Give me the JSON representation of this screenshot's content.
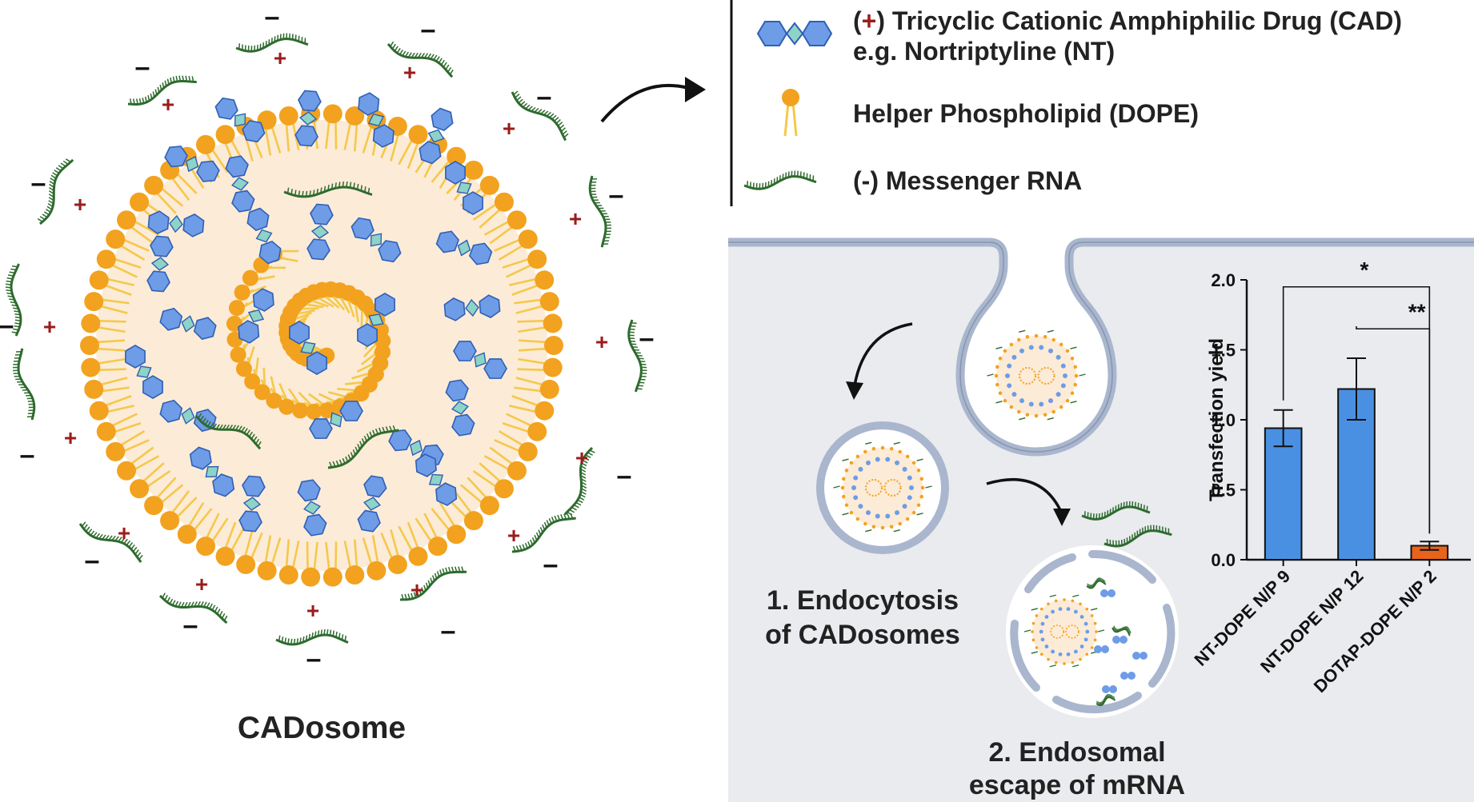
{
  "colors": {
    "lipid_head": "#F2A21E",
    "lipid_tail": "#F5C84A",
    "drug_fill": "#6E9CE6",
    "drug_stroke": "#2F5FB5",
    "drug_link": "#8ED3C7",
    "rna": "#2E6B2E",
    "plus": "#9B1C1C",
    "core": "#FCEBD7",
    "cell_bg": "#E9EBEE",
    "membrane": "#A9B6CE",
    "bar_blue": "#4A90E2",
    "bar_orange": "#E8631C"
  },
  "labels": {
    "cadosome": "CADosome",
    "plus_sign": "+",
    "minus_sign": "–"
  },
  "legend": {
    "cad_open": "(",
    "cad_plus": "+",
    "cad_rest": ") Tricyclic Cationic Amphiphilic Drug (CAD)",
    "cad_line2": "e.g. Nortriptyline (NT)",
    "dope": "Helper Phospholipid (DOPE)",
    "mrna": "(-) Messenger RNA"
  },
  "steps": {
    "step1_line1": "1. Endocytosis",
    "step1_line2": "of CADosomes",
    "step2_line1": "2. Endosomal",
    "step2_line2": "escape of mRNA"
  },
  "chart_data": {
    "type": "bar",
    "ylabel": "Transfection yield",
    "ylim": [
      0,
      2.0
    ],
    "yticks": [
      "0.0",
      "0.5",
      "1.0",
      "1.5",
      "2.0"
    ],
    "categories": [
      "NT-DOPE N/P 9",
      "NT-DOPE N/P 12",
      "DOTAP-DOPE N/P 2"
    ],
    "values": [
      0.94,
      1.22,
      0.1
    ],
    "errors": [
      0.13,
      0.22,
      0.03
    ],
    "bar_colors": [
      "#4A90E2",
      "#4A90E2",
      "#E8631C"
    ],
    "significance": [
      "*",
      "**"
    ]
  }
}
